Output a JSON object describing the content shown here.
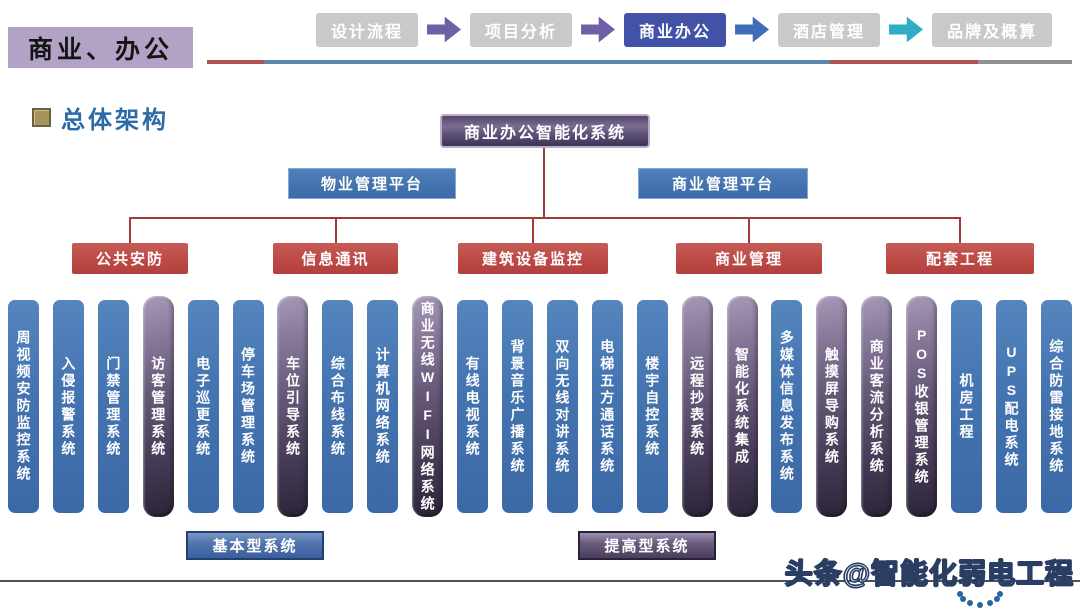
{
  "slide": {
    "title": "商业、办公",
    "section_heading": "总体架构"
  },
  "nav": {
    "steps": [
      {
        "label": "设计流程",
        "active": false
      },
      {
        "label": "项目分析",
        "active": false
      },
      {
        "label": "商业办公",
        "active": true
      },
      {
        "label": "酒店管理",
        "active": false
      },
      {
        "label": "品牌及概算",
        "active": false
      }
    ],
    "arrow_colors": [
      "#6f5fa7",
      "#6f5fa7",
      "#3f6db6",
      "#2fadc6"
    ]
  },
  "chart": {
    "root": "商业办公智能化系统",
    "platforms": [
      "物业管理平台",
      "商业管理平台"
    ],
    "categories": [
      "公共安防",
      "信息通讯",
      "建筑设备监控",
      "商业管理",
      "配套工程"
    ],
    "systems": [
      {
        "label": "周视频安防监控系统",
        "tier": "basic"
      },
      {
        "label": "入侵报警系统",
        "tier": "basic"
      },
      {
        "label": "门禁管理系统",
        "tier": "basic"
      },
      {
        "label": "访客管理系统",
        "tier": "advanced"
      },
      {
        "label": "电子巡更系统",
        "tier": "basic"
      },
      {
        "label": "停车场管理系统",
        "tier": "basic"
      },
      {
        "label": "车位引导系统",
        "tier": "advanced"
      },
      {
        "label": "综合布线系统",
        "tier": "basic"
      },
      {
        "label": "计算机网络系统",
        "tier": "basic"
      },
      {
        "label": "商业无线WIFI网络系统",
        "tier": "advanced"
      },
      {
        "label": "有线电视系统",
        "tier": "basic"
      },
      {
        "label": "背景音乐广播系统",
        "tier": "basic"
      },
      {
        "label": "双向无线对讲系统",
        "tier": "basic"
      },
      {
        "label": "电梯五方通话系统",
        "tier": "basic"
      },
      {
        "label": "楼宇自控系统",
        "tier": "basic"
      },
      {
        "label": "远程抄表系统",
        "tier": "advanced"
      },
      {
        "label": "智能化系统集成",
        "tier": "advanced"
      },
      {
        "label": "多媒体信息发布系统",
        "tier": "basic"
      },
      {
        "label": "触摸屏导购系统",
        "tier": "advanced"
      },
      {
        "label": "商业客流分析系统",
        "tier": "advanced"
      },
      {
        "label": "POS收银管理系统",
        "tier": "advanced"
      },
      {
        "label": "机房工程",
        "tier": "basic"
      },
      {
        "label": "UPS配电系统",
        "tier": "basic"
      },
      {
        "label": "综合防雷接地系统",
        "tier": "basic"
      }
    ],
    "legend": [
      {
        "label": "基本型系统",
        "tier": "basic"
      },
      {
        "label": "提高型系统",
        "tier": "advanced"
      }
    ]
  },
  "watermark": {
    "text": "头条@智能化弱电工程"
  },
  "colors": {
    "title_bg": "#b2a3c6",
    "nav_inactive": "#c9c9c9",
    "nav_active": "#4252a6",
    "heading_blue": "#2b6ca8",
    "category_red": "#bb4845",
    "column_blue": "#4474b0",
    "column_purple": "#5d4f70",
    "connector": "#a03c38",
    "divider_red": "#b4524e",
    "divider_blue": "#5c85ae",
    "divider_gray": "#909090"
  }
}
